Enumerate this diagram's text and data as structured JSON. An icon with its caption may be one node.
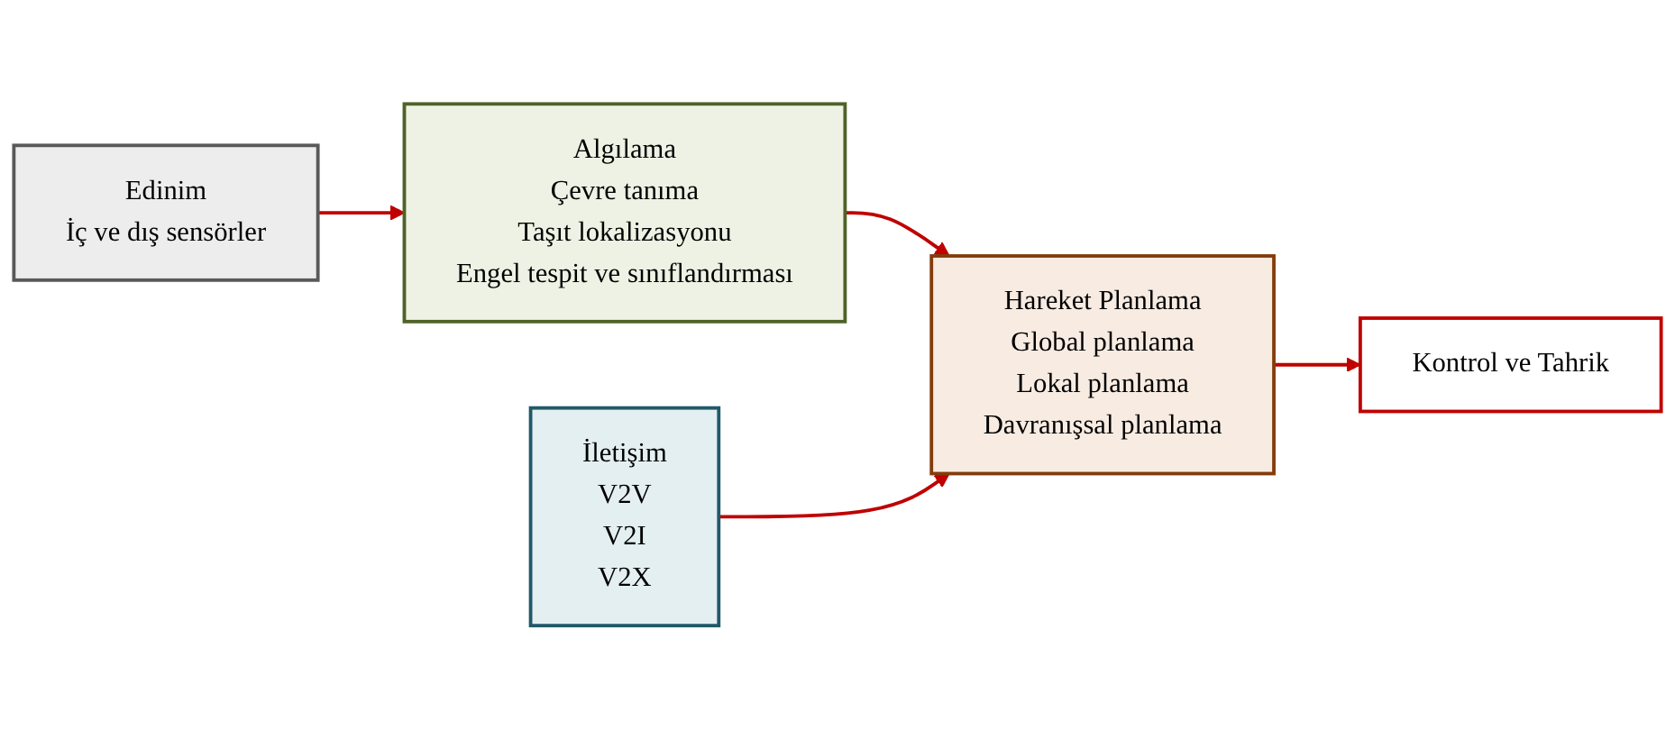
{
  "diagram": {
    "nodes": [
      {
        "text": [
          "Edinim",
          "İç ve dış sensörler"
        ]
      },
      {
        "text": [
          "Algılama",
          "Çevre tanıma",
          "Taşıt lokalizasyonu",
          "Engel tespit ve sınıflandırması"
        ]
      },
      {
        "text": [
          "İletişim",
          "V2V",
          "V2I",
          "V2X"
        ]
      },
      {
        "text": [
          "Hareket Planlama",
          "Global planlama",
          "Lokal planlama",
          "Davranışsal planlama"
        ]
      },
      {
        "text": [
          "Kontrol ve Tahrik"
        ]
      }
    ],
    "edges": [
      {
        "from": 0,
        "to": 1,
        "arrow": "to"
      },
      {
        "from": 1,
        "to": 3,
        "arrow": "to"
      },
      {
        "from": 2,
        "to": 3,
        "arrow": "to"
      },
      {
        "from": 3,
        "to": 4,
        "arrow": "to"
      }
    ]
  }
}
